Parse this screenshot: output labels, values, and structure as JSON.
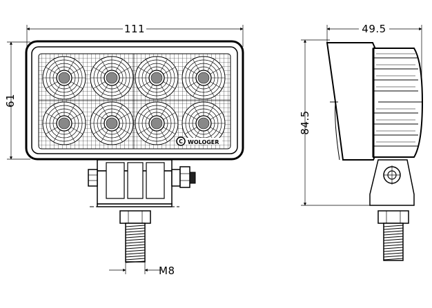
{
  "drawing": {
    "width_dim": "111",
    "height_dim": "61",
    "depth_dim": "49.5",
    "total_height_dim": "84.5",
    "thread_label": "M8",
    "logo_text": "WOLOGER"
  }
}
